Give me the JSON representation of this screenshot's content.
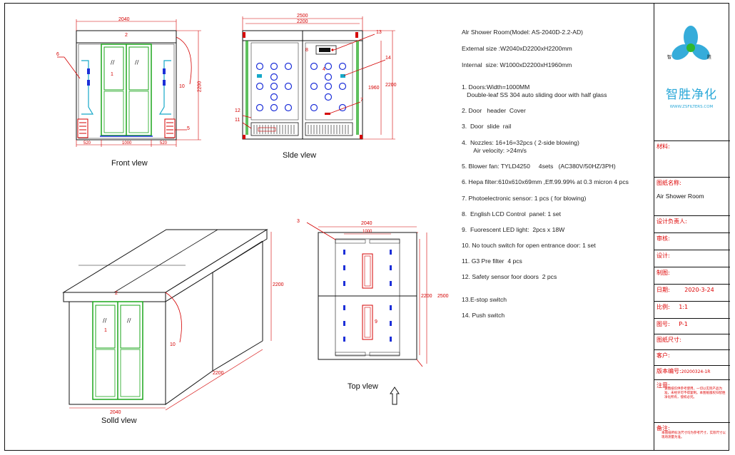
{
  "views": {
    "front": "Front vlew",
    "side": "Slde vlew",
    "solid": "Solld vlew",
    "top": "Top vlew"
  },
  "dims": {
    "front_width": "2040",
    "front_height": "2200",
    "front_left": "520",
    "front_middle": "1000",
    "front_right": "520",
    "side_outer": "2500",
    "side_inner": "2200",
    "side_height_outer": "2200",
    "side_height_inner": "1960",
    "solid_height": "2200",
    "solid_depth": "2200",
    "solid_width": "2040",
    "top_outer": "2040",
    "top_inner": "1000",
    "top_right_1": "2200",
    "top_right_2": "2500"
  },
  "callouts": {
    "c1": "1",
    "c2": "2",
    "c3": "3",
    "c4": "4",
    "c5": "5",
    "c6": "6",
    "c7": "7",
    "c8": "8",
    "c9": "9",
    "c10": "10",
    "c11": "11",
    "c12": "12",
    "c13": "13",
    "c14": "14"
  },
  "specs": [
    "Alr Shower Room(Model: AS-2040D-2.2-AD)",
    "External size :W2040xD2200xH2200mm",
    "Internal  size: W1000xD2200xH1960mm",
    "1. Doors:Width=1000MM\n   Double-leaf SS 304 auto sliding door with half glass",
    "2. Door   header  Cover",
    "3.  Door  slide  rail",
    "4.  Nozzles: 16+16=32pcs ( 2-side blowing)\n       Air velocity: >24m/s",
    "5. Blower fan: TYLD4250     4sets   (AC380V/50HZ/3PH)",
    "6. Hepa filter:610x610x69mm ,Eff.99.99% at 0.3 micron 4 pcs",
    "7. Photoelectronic sensor: 1 pcs ( for blowing)",
    "8.  English LCD Control  panel: 1 set",
    "9.  Fuorescent LED light:  2pcs x 18W",
    "10. No touch switch for open entrance door: 1 set",
    "11. G3 Pre filter  4 pcs",
    "12. Safety sensor foor doors  2 pcs",
    "13.E-stop switch",
    "14. Push switch"
  ],
  "titleblock": {
    "brand": "智胜净化",
    "brand_url": "WWW.ZSFILTERS.COM",
    "logo_left": "智",
    "logo_right": "胜",
    "material": "材料:",
    "drawing_name_label": "图纸名称:",
    "drawing_name": "Air Shower Room",
    "designer": "设计负责人:",
    "review": "审核:",
    "design": "设计:",
    "draw": "制图:",
    "date_label": "日期:",
    "date": "2020-3-24",
    "scale_label": "比例:",
    "scale": "1:1",
    "figno_label": "图号:",
    "figno": "P-1",
    "size_label": "图纸尺寸:",
    "customer_label": "客户:",
    "version_label": "版本编号:",
    "version": "20200324-1R",
    "notes_label": "注意:",
    "notes_text": "该图纸仅供参考使用，一切以实际产品为准，未经许可不得复制。本图纸版权归智胜净化所有，侵权必究。",
    "remarks_label": "备注:",
    "remarks_text": "本图纸所标注尺寸均为参考尺寸，实际尺寸以现场测量为准。"
  },
  "colors": {
    "outline": "#111111",
    "dimension": "#d40000",
    "door_green": "#1aa51a",
    "nozzle_blue": "#1c2fd8",
    "cyan": "#16a8c8"
  }
}
